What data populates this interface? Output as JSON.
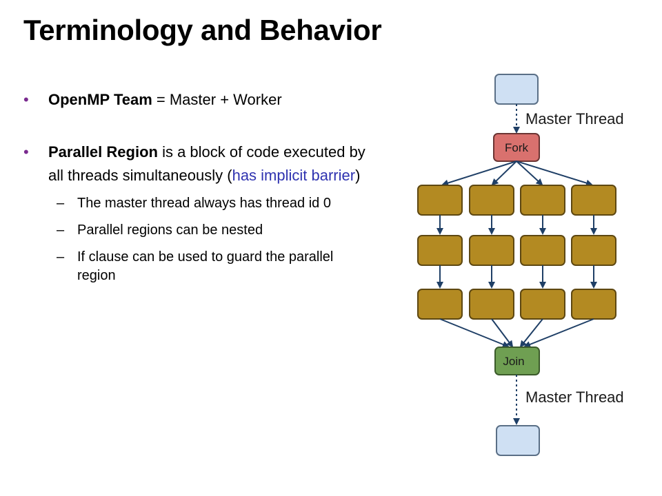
{
  "slide": {
    "title": "Terminology and Behavior",
    "bullets": [
      {
        "bold": "OpenMP Team",
        "text": " = Master + Worker"
      },
      {
        "bold": "Parallel Region",
        "text": " is a block of code executed by all threads simultaneously (",
        "highlight": "has implicit barrier",
        "tail": ")"
      }
    ],
    "sub_bullets": [
      {
        "dash": "–",
        "text": "The master thread always has thread id 0"
      },
      {
        "dash": "–",
        "text": "Parallel regions can be nested"
      },
      {
        "dash": "–",
        "text": "If clause can be used to guard the parallel region"
      }
    ],
    "bullet_symbol": "•"
  },
  "diagram": {
    "fork_label": "Fork",
    "join_label": "Join",
    "master_label_top": "Master Thread",
    "master_label_bottom": "Master Thread",
    "colors": {
      "start_end": "#cfe0f3",
      "fork": "#d9716e",
      "worker": "#b38a22",
      "join": "#6f9f52",
      "arrow": "#1f3f66"
    }
  }
}
